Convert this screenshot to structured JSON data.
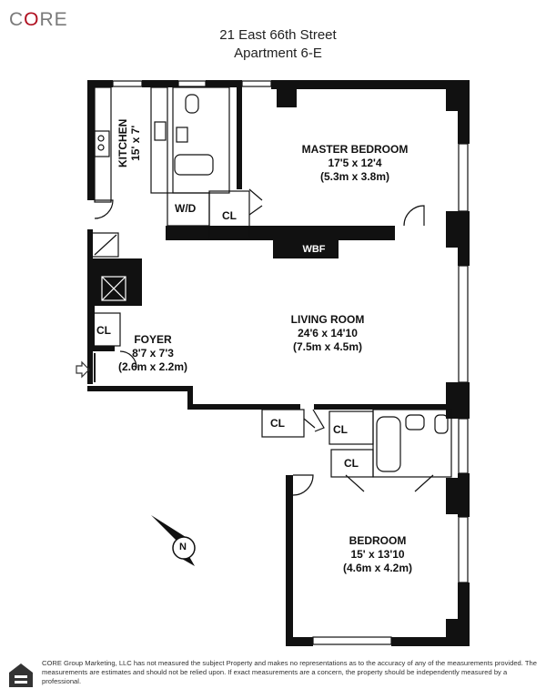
{
  "brand": {
    "prefix": "C",
    "o": "O",
    "suffix": "RE"
  },
  "header": {
    "address": "21 East 66th Street",
    "unit": "Apartment 6-E"
  },
  "rooms": {
    "master_bedroom": {
      "name": "MASTER BEDROOM",
      "dims_ft": "17'5 x 12'4",
      "dims_m": "(5.3m x 3.8m)"
    },
    "living_room": {
      "name": "LIVING ROOM",
      "dims_ft": "24'6 x 14'10",
      "dims_m": "(7.5m x 4.5m)"
    },
    "foyer": {
      "name": "FOYER",
      "dims_ft": "8'7 x 7'3",
      "dims_m": "(2.6m x 2.2m)"
    },
    "bedroom": {
      "name": "BEDROOM",
      "dims_ft": "15' x 13'10",
      "dims_m": "(4.6m x 4.2m)"
    },
    "kitchen": {
      "name": "KITCHEN",
      "dims_ft": "15' x 7'"
    }
  },
  "labels": {
    "wd": "W/D",
    "cl": "CL",
    "wbf": "WBF",
    "compass": "N"
  },
  "colors": {
    "wall": "#111111",
    "brand_red": "#b01020",
    "brand_gray": "#7a7a7a"
  },
  "disclaimer": "CORE Group Marketing, LLC has not measured the subject Property and makes no representations as to the accuracy of any of the measurements provided. The measurements are estimates and should not be relied upon. If exact measurements are a concern, the property should be independently measured by a professional."
}
